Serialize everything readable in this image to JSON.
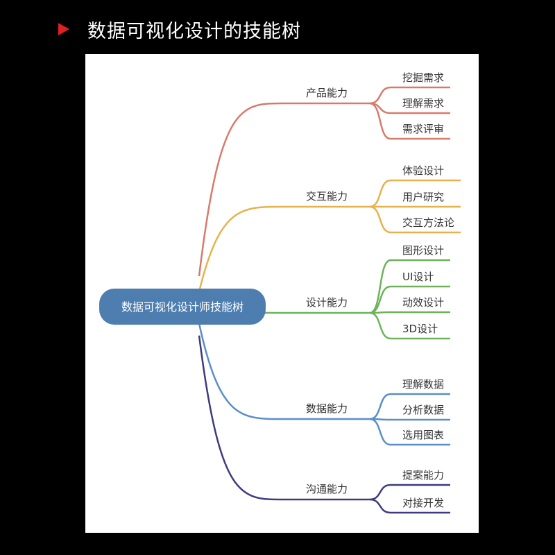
{
  "header": {
    "title": "数据可视化设计的技能树"
  },
  "mindmap": {
    "root": {
      "label": "数据可视化设计师技能树",
      "color": "#4e7eb0"
    },
    "branches": [
      {
        "label": "产品能力",
        "color": "#d87a6a",
        "children": [
          "挖掘需求",
          "理解需求",
          "需求评审"
        ]
      },
      {
        "label": "交互能力",
        "color": "#e8b24a",
        "children": [
          "体验设计",
          "用户研究",
          "交互方法论"
        ]
      },
      {
        "label": "设计能力",
        "color": "#6db35a",
        "children": [
          "图形设计",
          "UI设计",
          "动效设计",
          "3D设计"
        ]
      },
      {
        "label": "数据能力",
        "color": "#5b8ec7",
        "children": [
          "理解数据",
          "分析数据",
          "选用图表"
        ]
      },
      {
        "label": "沟通能力",
        "color": "#3e3a7e",
        "children": [
          "提案能力",
          "对接开发"
        ]
      }
    ]
  }
}
